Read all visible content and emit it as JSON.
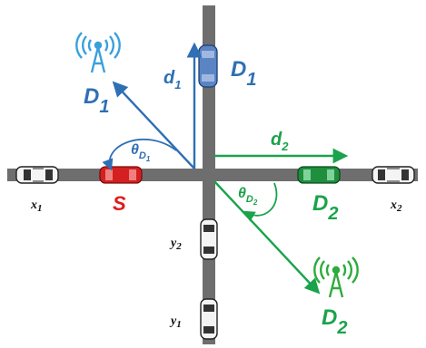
{
  "colors": {
    "road": "#6e6e6e",
    "road_mark": "#9a9a9a",
    "blue": "#2f6fb5",
    "green": "#1aa34a",
    "red": "#e01a1a",
    "blue_car": "#5b84c4",
    "green_car": "#1f8f3e",
    "red_car": "#d42020",
    "tower_blue": "#3aa0dc",
    "tower_green": "#2dab3c"
  },
  "labels": {
    "d1_main": "d",
    "d1_sub": "1",
    "D1_car": "D",
    "D1_car_sub": "1",
    "D1_antenna": "D",
    "D1_antenna_sub": "1",
    "theta1": "θ",
    "theta1_sub": "D",
    "theta1_subsub": "1",
    "d2_main": "d",
    "d2_sub": "2",
    "D2_car": "D",
    "D2_car_sub": "2",
    "D2_antenna": "D",
    "D2_antenna_sub": "2",
    "theta2": "θ",
    "theta2_sub": "D",
    "theta2_subsub": "2",
    "S": "S",
    "x1": "x",
    "x1_sub": "1",
    "x2": "x",
    "x2_sub": "2",
    "y1": "y",
    "y1_sub": "1",
    "y2": "y",
    "y2_sub": "2"
  }
}
